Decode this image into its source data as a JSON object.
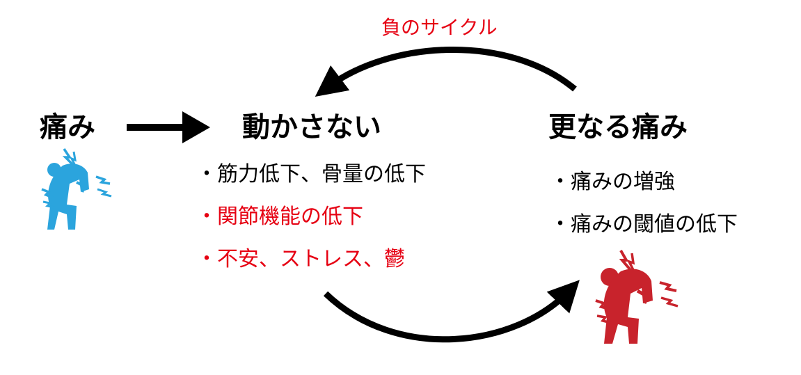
{
  "cycle_label": "負のサイクル",
  "nodes": {
    "pain": {
      "title": "痛み"
    },
    "inactivity": {
      "title": "動かさない",
      "items": [
        {
          "text": "・筋力低下、骨量の低下",
          "color": "#000000"
        },
        {
          "text": "・関節機能の低下",
          "color": "#e60012"
        },
        {
          "text": "・不安、ストレス、鬱",
          "color": "#e60012"
        }
      ]
    },
    "more_pain": {
      "title": "更なる痛み",
      "items": [
        {
          "text": "・痛みの増強",
          "color": "#000000"
        },
        {
          "text": "・痛みの閾値の低下",
          "color": "#000000"
        }
      ]
    }
  },
  "colors": {
    "label_red": "#e60012",
    "figure_blue": "#2ba4dd",
    "figure_red": "#c8232c",
    "arrow": "#000000"
  },
  "icons": {
    "pain_figure": "back-pain-person-icon",
    "more_pain_figure": "back-pain-person-icon"
  }
}
